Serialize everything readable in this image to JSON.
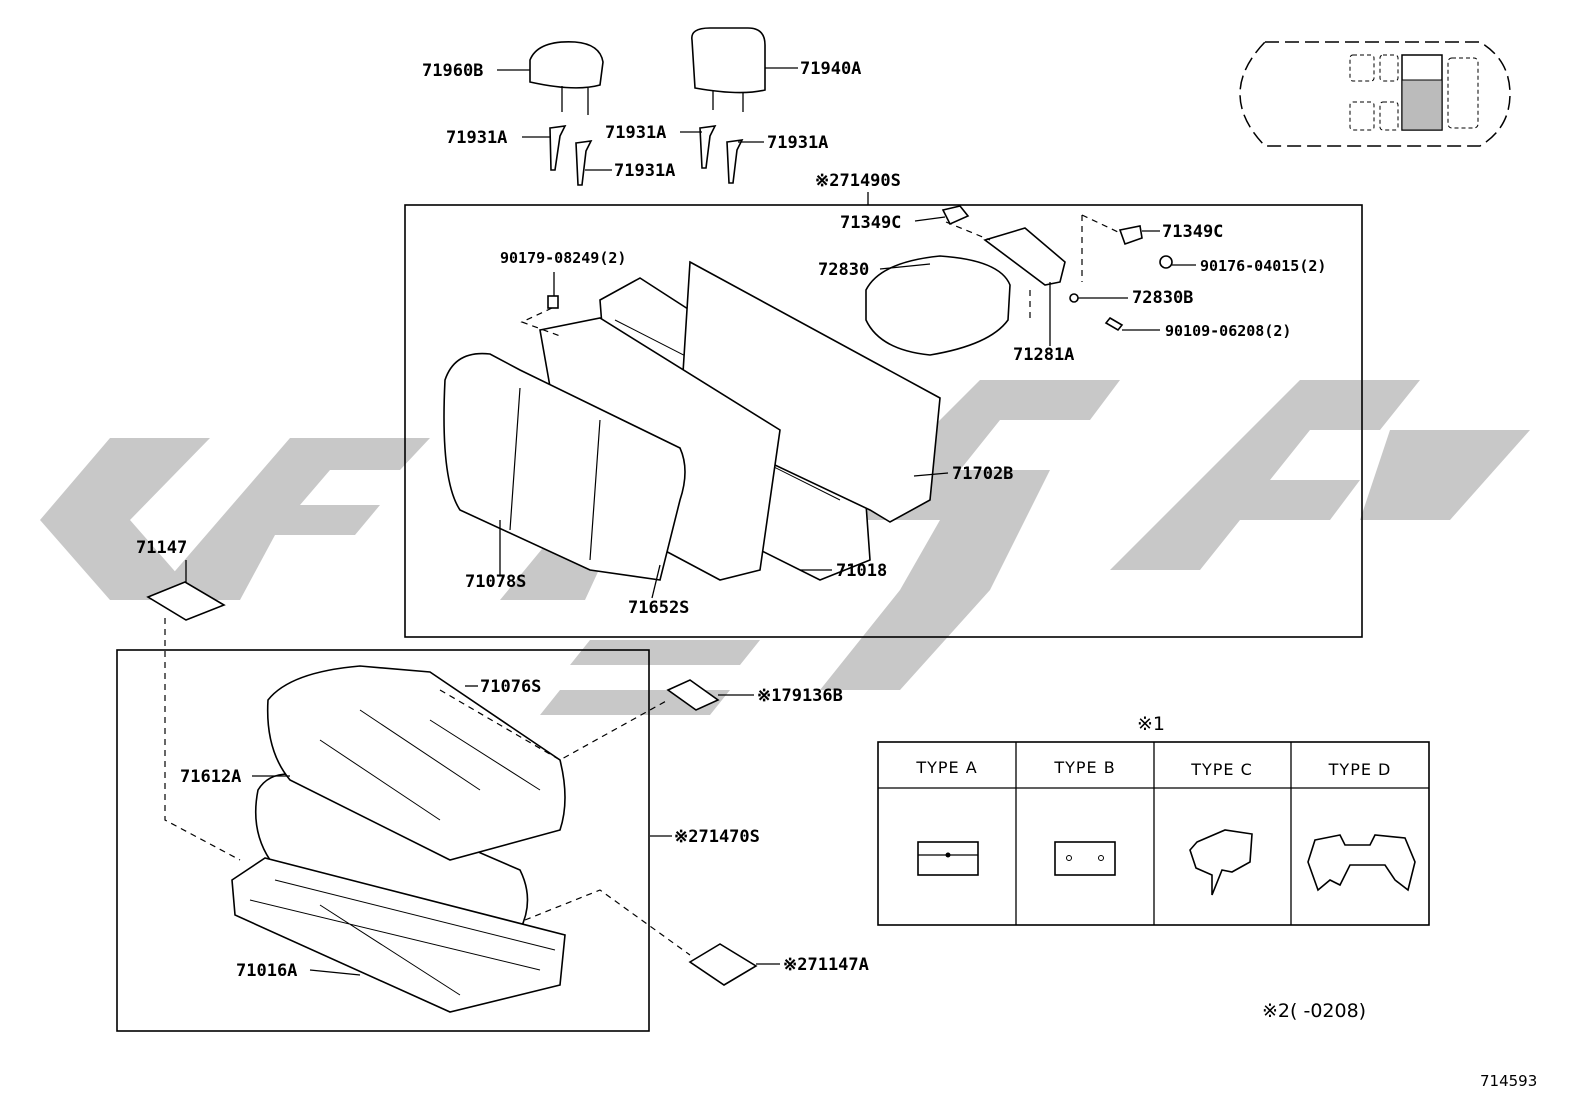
{
  "labels": {
    "p71960B": "71960B",
    "p71940A": "71940A",
    "p71931A_1": "71931A",
    "p71931A_2": "71931A",
    "p71931A_3": "71931A",
    "p71931A_4": "71931A",
    "p71490S": "※271490S",
    "p71349C_1": "71349C",
    "p71349C_2": "71349C",
    "p90179": "90179-08249(2)",
    "p72830": "72830",
    "p90176": "90176-04015(2)",
    "p72830B": "72830B",
    "p90109": "90109-06208(2)",
    "p71281A": "71281A",
    "p71702B": "71702B",
    "p71018": "71018",
    "p71078S": "71078S",
    "p71652S": "71652S",
    "p71147": "71147",
    "p71076S": "71076S",
    "p79136B": "※179136B",
    "p71612A": "71612A",
    "p71470S": "※271470S",
    "p71016A": "71016A",
    "p71147A": "※271147A"
  },
  "type_table": {
    "title": "※1",
    "headers": [
      "TYPE A",
      "TYPE B",
      "TYPE C",
      "TYPE D"
    ]
  },
  "footnote": "※2(      -0208)",
  "catalog_number": "714593",
  "colors": {
    "watermark": "#c8c8c8",
    "line": "#000000"
  }
}
